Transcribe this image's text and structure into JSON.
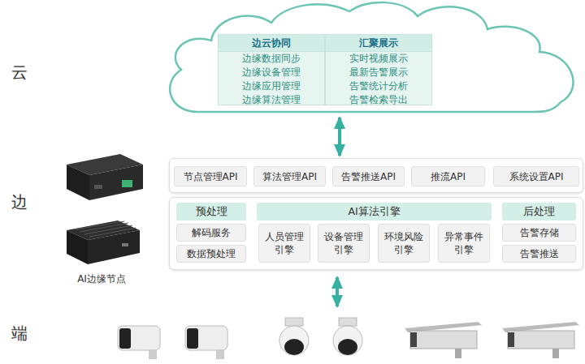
{
  "diagram": {
    "nodes": [
      {
        "text": []
      },
      {
        "text": [
          "边云协同",
          "边缘数据同步",
          "边缘设备管理",
          "边缘应用管理",
          "边缘算法管理"
        ],
        "in": 0
      },
      {
        "text": [
          "汇聚展示",
          "实时视频展示",
          "最新告警展示",
          "告警统计分析",
          "告警检索导出"
        ],
        "in": 0
      },
      {
        "text": []
      },
      {
        "text": [
          "节点管理API"
        ],
        "in": 3
      },
      {
        "text": [
          "算法管理API"
        ],
        "in": 3
      },
      {
        "text": [
          "告警推送API"
        ],
        "in": 3
      },
      {
        "text": [
          "推流API"
        ],
        "in": 3
      },
      {
        "text": [
          "系统设置API"
        ],
        "in": 3
      },
      {
        "text": []
      },
      {
        "text": [
          "预处理"
        ],
        "in": 9
      },
      {
        "text": [
          "解码服务"
        ],
        "in": 9
      },
      {
        "text": [
          "数据预处理"
        ],
        "in": 9
      },
      {
        "text": [
          "AI算法引擎"
        ],
        "in": 9
      },
      {
        "text": [
          "人员管理 引擎"
        ],
        "in": 9
      },
      {
        "text": [
          "设备管理 引擎"
        ],
        "in": 9
      },
      {
        "text": [
          "环境风险 引擎"
        ],
        "in": 9
      },
      {
        "text": [
          "异常事件 引擎"
        ],
        "in": 9
      },
      {
        "text": [
          "后处理"
        ],
        "in": 9
      },
      {
        "text": [
          "告警存储"
        ],
        "in": 9
      },
      {
        "text": [
          "告警推送"
        ],
        "in": 9
      }
    ],
    "edges": [
      {
        "from": 0,
        "to": 3,
        "arrow": "both"
      }
    ],
    "labels": [
      "云",
      "边",
      "端",
      "AI边缘节点"
    ]
  }
}
